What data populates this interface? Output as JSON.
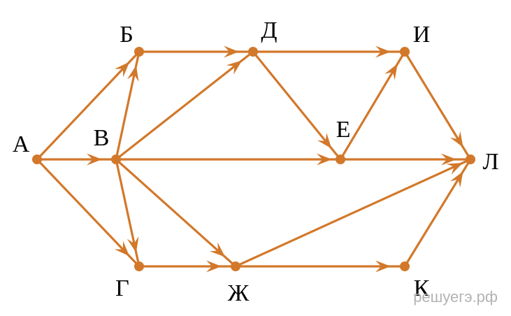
{
  "graph": {
    "edge_color": "#d2782a",
    "node_color": "#d2782a",
    "nodes": [
      {
        "id": "A",
        "label": "А"
      },
      {
        "id": "B",
        "label": "Б"
      },
      {
        "id": "V",
        "label": "В"
      },
      {
        "id": "G",
        "label": "Г"
      },
      {
        "id": "D",
        "label": "Д"
      },
      {
        "id": "E",
        "label": "Е"
      },
      {
        "id": "Zh",
        "label": "Ж"
      },
      {
        "id": "I",
        "label": "И"
      },
      {
        "id": "K",
        "label": "К"
      },
      {
        "id": "L",
        "label": "Л"
      }
    ],
    "edges": [
      {
        "from": "A",
        "to": "B"
      },
      {
        "from": "A",
        "to": "V"
      },
      {
        "from": "A",
        "to": "G"
      },
      {
        "from": "V",
        "to": "B"
      },
      {
        "from": "V",
        "to": "D"
      },
      {
        "from": "V",
        "to": "E"
      },
      {
        "from": "V",
        "to": "G"
      },
      {
        "from": "V",
        "to": "Zh"
      },
      {
        "from": "B",
        "to": "D"
      },
      {
        "from": "D",
        "to": "I"
      },
      {
        "from": "D",
        "to": "E"
      },
      {
        "from": "E",
        "to": "I"
      },
      {
        "from": "E",
        "to": "L"
      },
      {
        "from": "I",
        "to": "L"
      },
      {
        "from": "G",
        "to": "Zh"
      },
      {
        "from": "Zh",
        "to": "K"
      },
      {
        "from": "Zh",
        "to": "L"
      },
      {
        "from": "K",
        "to": "L"
      }
    ]
  },
  "watermark": "решуегэ.рф"
}
